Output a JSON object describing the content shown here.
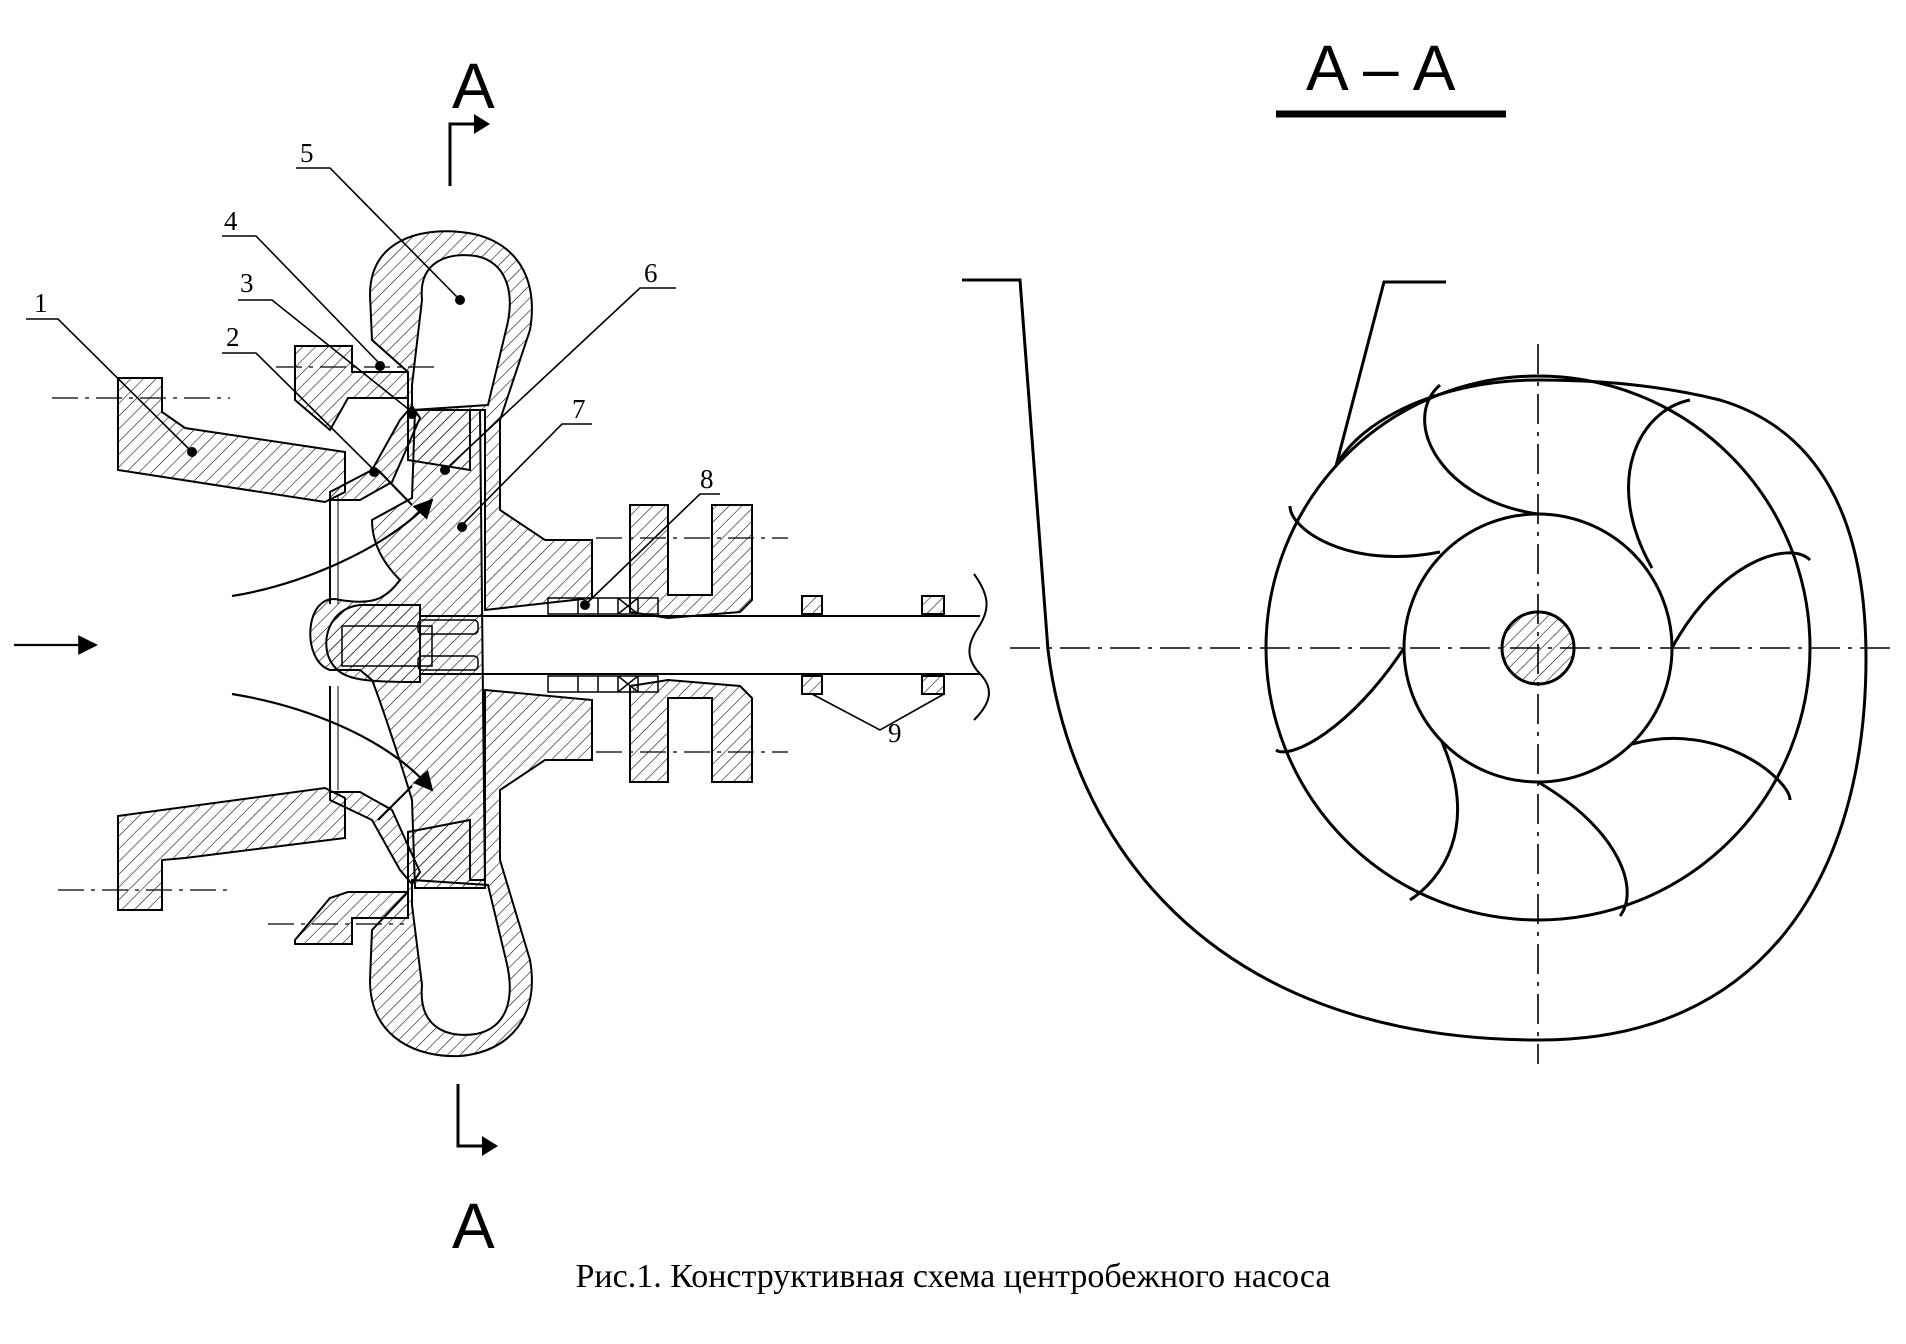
{
  "section_label": "A",
  "section_title": "A – A",
  "part_labels": [
    "1",
    "2",
    "3",
    "4",
    "5",
    "6",
    "7",
    "8",
    "9"
  ],
  "caption": "Рис.1. Конструктивная схема центробежного насоса",
  "colors": {
    "ink": "#000000",
    "background": "#ffffff"
  }
}
